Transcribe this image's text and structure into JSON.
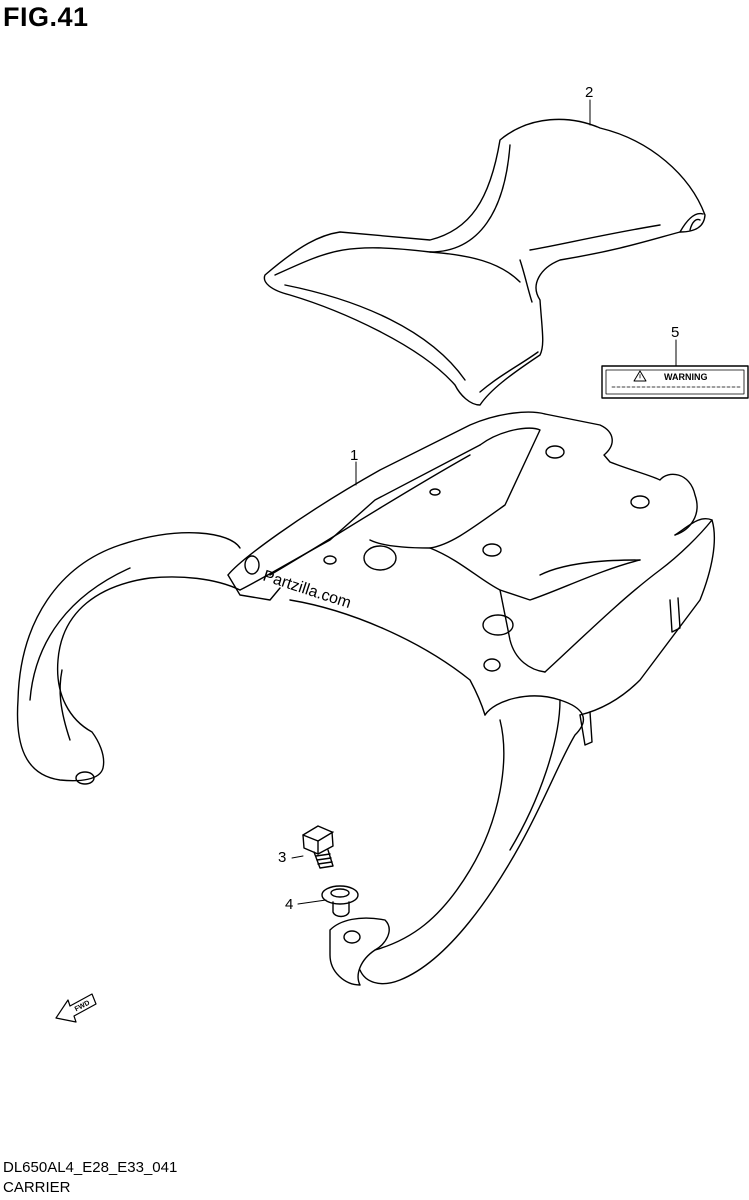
{
  "figure": {
    "title": "FIG.41"
  },
  "callouts": [
    {
      "id": "1",
      "label": "1"
    },
    {
      "id": "2",
      "label": "2"
    },
    {
      "id": "3",
      "label": "3"
    },
    {
      "id": "4",
      "label": "4"
    },
    {
      "id": "5",
      "label": "5"
    }
  ],
  "warning_label": {
    "text": "WARNING",
    "icon": "warning-triangle-icon"
  },
  "direction_marker": {
    "text": "FWD",
    "icon": "forward-arrow-icon"
  },
  "watermark": {
    "text": "Partzilla.com"
  },
  "footer": {
    "code": "DL650AL4_E28_E33_041",
    "caption": "CARRIER"
  }
}
